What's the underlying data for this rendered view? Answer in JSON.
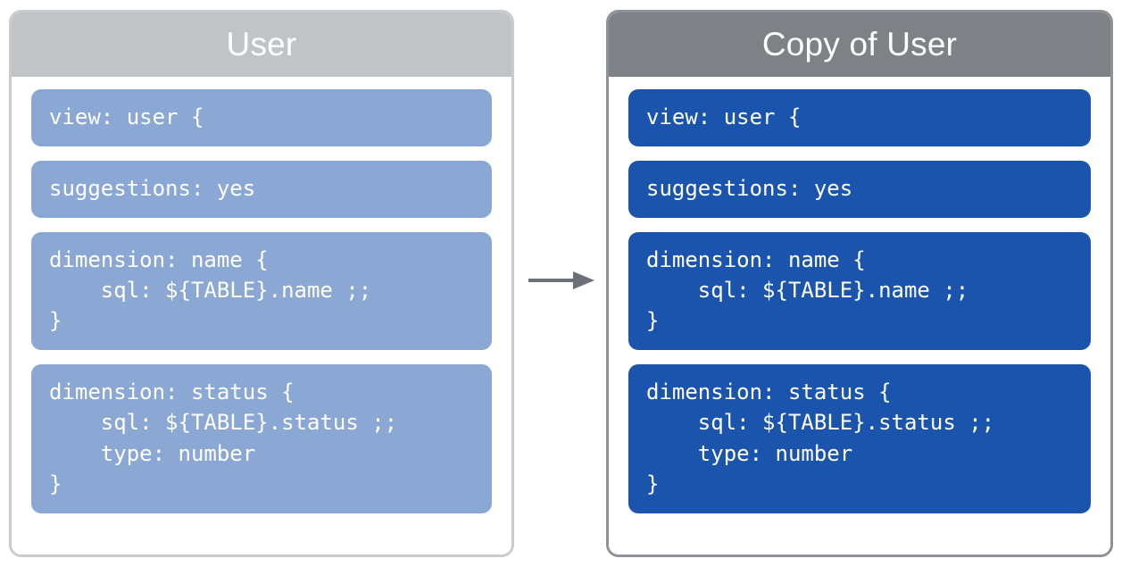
{
  "diagram": {
    "type": "before-after-copy",
    "arrow": {
      "icon": "right-arrow-icon",
      "direction": "right",
      "color": "#6b7079",
      "meaning": "copied to"
    },
    "panels": [
      {
        "id": "source",
        "title": "User",
        "header_color": "#c0c4c7",
        "border_color": "#c9ccce",
        "block_color": "#8ba8d4",
        "blocks": [
          {
            "id": "view-declaration",
            "code": "view: user {"
          },
          {
            "id": "suggestions-parameter",
            "code": "suggestions: yes"
          },
          {
            "id": "dimension-name",
            "code": "dimension: name {\n    sql: ${TABLE}.name ;;\n}"
          },
          {
            "id": "dimension-status",
            "code": "dimension: status {\n    sql: ${TABLE}.status ;;\n    type: number\n}"
          }
        ]
      },
      {
        "id": "copy",
        "title": "Copy of User",
        "header_color": "#7e8286",
        "border_color": "#8e9296",
        "block_color": "#1b54ac",
        "blocks": [
          {
            "id": "view-declaration",
            "code": "view: user {"
          },
          {
            "id": "suggestions-parameter",
            "code": "suggestions: yes"
          },
          {
            "id": "dimension-name",
            "code": "dimension: name {\n    sql: ${TABLE}.name ;;\n}"
          },
          {
            "id": "dimension-status",
            "code": "dimension: status {\n    sql: ${TABLE}.status ;;\n    type: number\n}"
          }
        ]
      }
    ]
  }
}
